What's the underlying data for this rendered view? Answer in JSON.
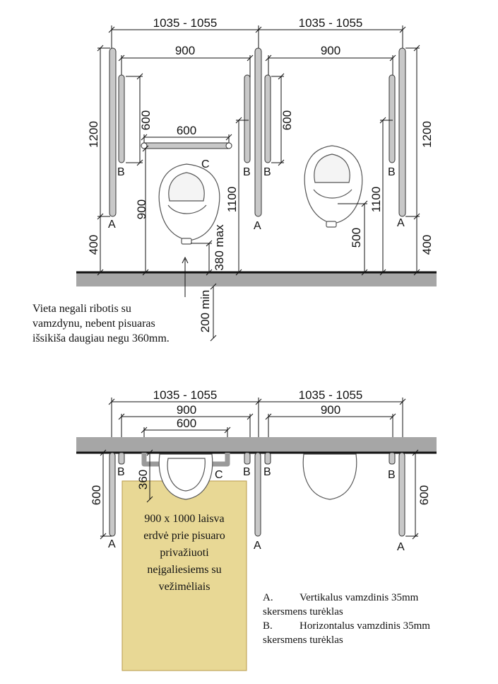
{
  "elevation": {
    "width_top_left": "1035 - 1055",
    "width_top_right": "1035 - 1055",
    "width_900_left": "900",
    "width_900_right": "900",
    "h600_left": "600",
    "h600_right": "600",
    "bar600": "600",
    "h1200_left": "1200",
    "h1200_right": "1200",
    "h400_left": "400",
    "h400_right": "400",
    "h900": "900",
    "h1100_left": "1100",
    "h1100_right": "1100",
    "h500": "500",
    "h380": "380 max",
    "h200": "200 min",
    "label_a": "A",
    "label_b": "B",
    "label_c": "C"
  },
  "note_lines": [
    "Vieta negali ribotis su",
    "vamzdynu, nebent pisuaras",
    "išsikiša daugiau negu 360mm."
  ],
  "plan": {
    "width_top_left": "1035 - 1055",
    "width_top_right": "1035 - 1055",
    "width_900_left": "900",
    "width_900_right": "900",
    "bar600": "600",
    "d360": "360",
    "d600_left": "600",
    "d600_right": "600",
    "label_a": "A",
    "label_b": "B",
    "label_c": "C"
  },
  "clear_space_lines": [
    "900 x 1000 laisva",
    "erdvė prie pisuaro",
    "privažiuoti",
    "neįgaliesiems su",
    "vežimėliais"
  ],
  "legend": [
    {
      "key": "A.",
      "line1": "Vertikalus vamzdinis 35mm",
      "line2": "skersmens turėklas"
    },
    {
      "key": "B.",
      "line1": "Horizontalus vamzdinis 35mm",
      "line2": "skersmens turėklas"
    }
  ],
  "colors": {
    "floor": "#a6a6a6",
    "clear_space": "#e8d895",
    "clear_space_border": "#b99a4a",
    "rail": "#c8c8c8"
  }
}
